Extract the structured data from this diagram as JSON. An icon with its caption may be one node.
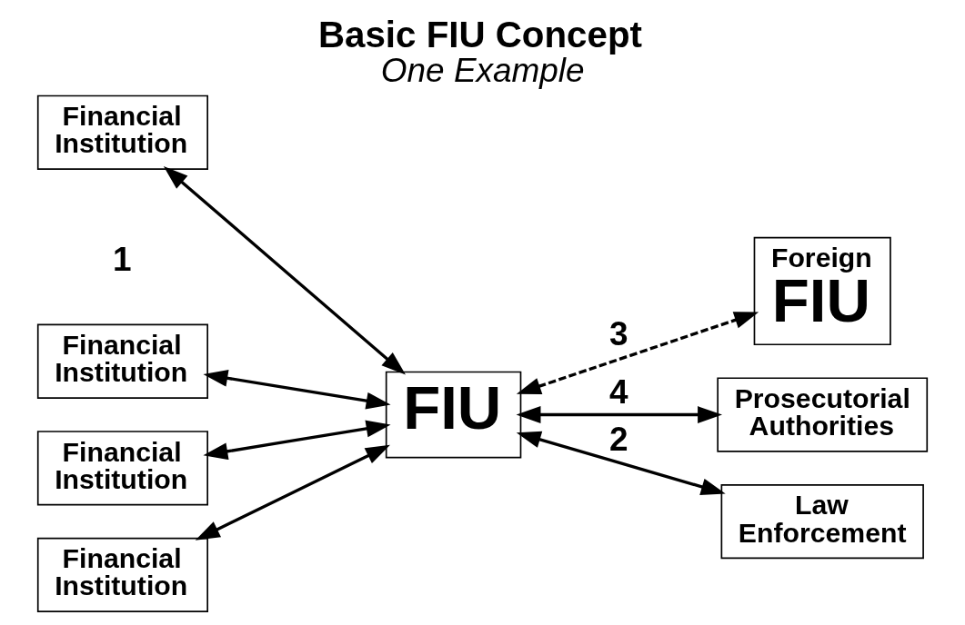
{
  "diagram": {
    "title": "Basic FIU Concept",
    "caption": "One Example",
    "nodes": [
      {
        "text": [
          "Financial Institution"
        ]
      },
      {
        "text": [
          "Financial Institution"
        ]
      },
      {
        "text": [
          "Financial Institution"
        ]
      },
      {
        "text": [
          "Financial Institution"
        ]
      },
      {
        "text": [
          "FIU"
        ]
      },
      {
        "text": [
          "Foreign",
          "FIU"
        ]
      },
      {
        "text": [
          "Prosecutorial Authorities"
        ]
      },
      {
        "text": [
          "Law Enforcement"
        ]
      }
    ],
    "edges": [
      {
        "from": 0,
        "to": 4,
        "arrow": "both"
      },
      {
        "from": 1,
        "to": 4,
        "arrow": "both"
      },
      {
        "from": 2,
        "to": 4,
        "arrow": "both"
      },
      {
        "from": 3,
        "to": 4,
        "arrow": "both"
      },
      {
        "from": 4,
        "to": 7,
        "arrow": "both",
        "label": "2"
      },
      {
        "from": 4,
        "to": 5,
        "arrow": "both",
        "label": "3",
        "style": "dashed"
      },
      {
        "from": 4,
        "to": 6,
        "arrow": "both",
        "label": "4"
      }
    ],
    "labels": [
      "1"
    ]
  }
}
